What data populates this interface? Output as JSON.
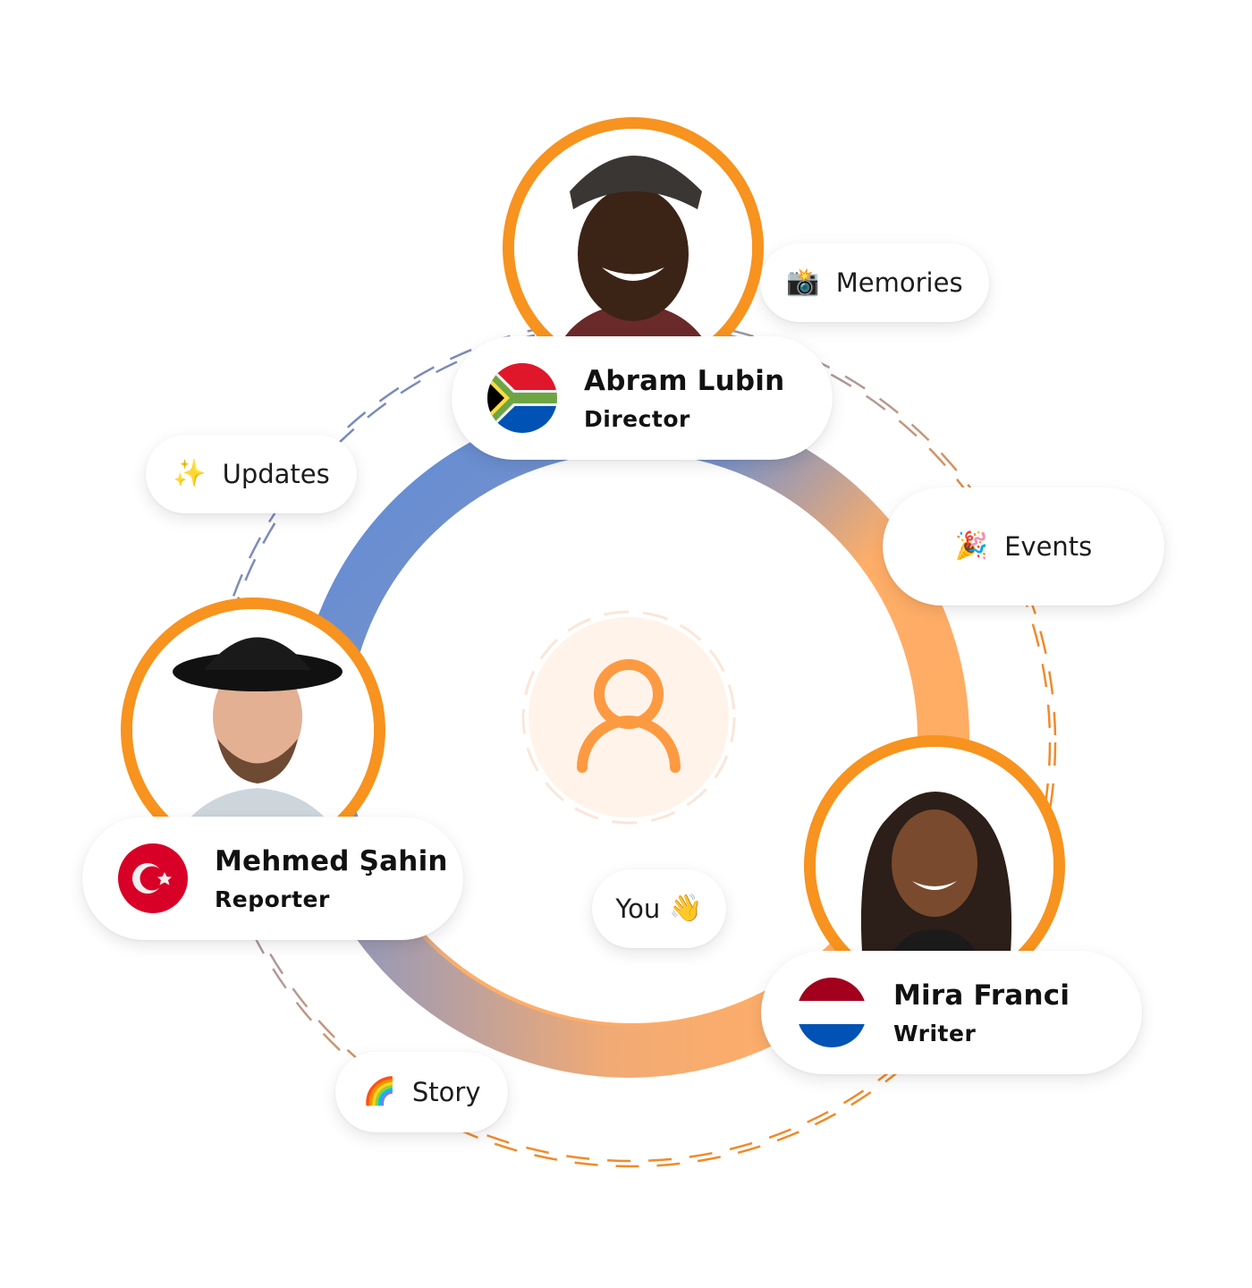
{
  "colors": {
    "accent_orange": "#f7931e",
    "ring_blue": "#6a8fd0",
    "ring_orange": "#ffb06a",
    "center_bg": "#fff3ea",
    "dash_blue": "#5b84cf",
    "dash_orange": "#f08a2a"
  },
  "center": {
    "icon": "user-icon",
    "you_label": "You",
    "you_emoji": "👋"
  },
  "tags": [
    {
      "emoji": "📸",
      "label": "Memories"
    },
    {
      "emoji": "✨",
      "label": "Updates"
    },
    {
      "emoji": "🎉",
      "label": "Events"
    },
    {
      "emoji": "🌈",
      "label": "Story"
    }
  ],
  "people": [
    {
      "name": "Abram Lubin",
      "role": "Director",
      "flag": "south-africa-flag"
    },
    {
      "name": "Mehmed Şahin",
      "role": "Reporter",
      "flag": "turkey-flag"
    },
    {
      "name": "Mira Franci",
      "role": "Writer",
      "flag": "netherlands-flag"
    }
  ]
}
